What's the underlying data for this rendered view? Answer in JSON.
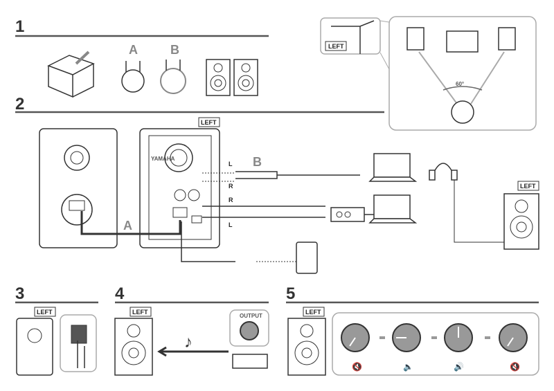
{
  "steps": [
    {
      "number": "1"
    },
    {
      "number": "2"
    },
    {
      "number": "3"
    },
    {
      "number": "4"
    },
    {
      "number": "5"
    }
  ],
  "cables": {
    "a_label": "A",
    "b_label": "B"
  },
  "left_tag": "LEFT",
  "brand": "YAMAHA",
  "angle": "60°",
  "channels": {
    "l": "L",
    "r": "R"
  },
  "output_label": "OUTPUT",
  "music_note": "♪",
  "colors": {
    "rule": "#555555",
    "label": "#888888",
    "panel_border": "#aaaaaa"
  }
}
